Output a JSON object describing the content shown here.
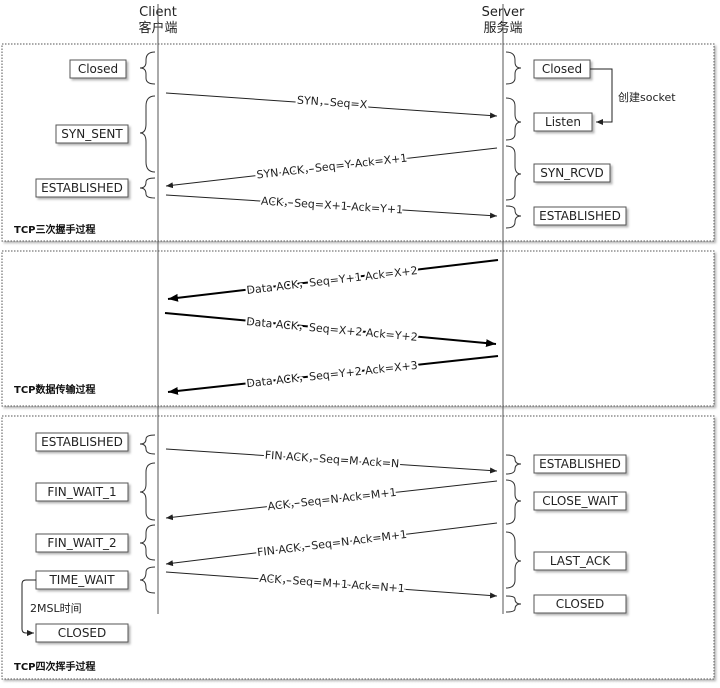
{
  "headers": {
    "client_en": "Client",
    "client_zh": "客户端",
    "server_en": "Server",
    "server_zh": "服务端"
  },
  "handshake": {
    "title": "TCP三次握手过程",
    "client_states": [
      "Closed",
      "SYN_SENT",
      "ESTABLISHED"
    ],
    "server_states": [
      "Closed",
      "Listen",
      "SYN_RCVD",
      "ESTABLISHED"
    ],
    "create_socket": "创建socket",
    "messages": [
      "SYN，Seq=X",
      "SYN ACK，Seq=Y Ack=X+1",
      "ACK，Seq=X+1 Ack=Y+1"
    ]
  },
  "transfer": {
    "title": "TCP数据传输过程",
    "messages": [
      "Data ACK，Seq=Y+1 Ack=X+2",
      "Data ACK，Seq=X+2 Ack=Y+2",
      "Data ACK，Seq=Y+2 Ack=X+3"
    ]
  },
  "teardown": {
    "title": "TCP四次挥手过程",
    "client_states": [
      "ESTABLISHED",
      "FIN_WAIT_1",
      "FIN_WAIT_2",
      "TIME_WAIT",
      "CLOSED"
    ],
    "server_states": [
      "ESTABLISHED",
      "CLOSE_WAIT",
      "LAST_ACK",
      "CLOSED"
    ],
    "msl_label": "2MSL时间",
    "messages": [
      "FIN ACK，Seq=M Ack=N",
      "ACK，Seq=N Ack=M+1",
      "FIN ACK，Seq=N Ack=M+1",
      "ACK，Seq=M+1 Ack=N+1"
    ]
  }
}
